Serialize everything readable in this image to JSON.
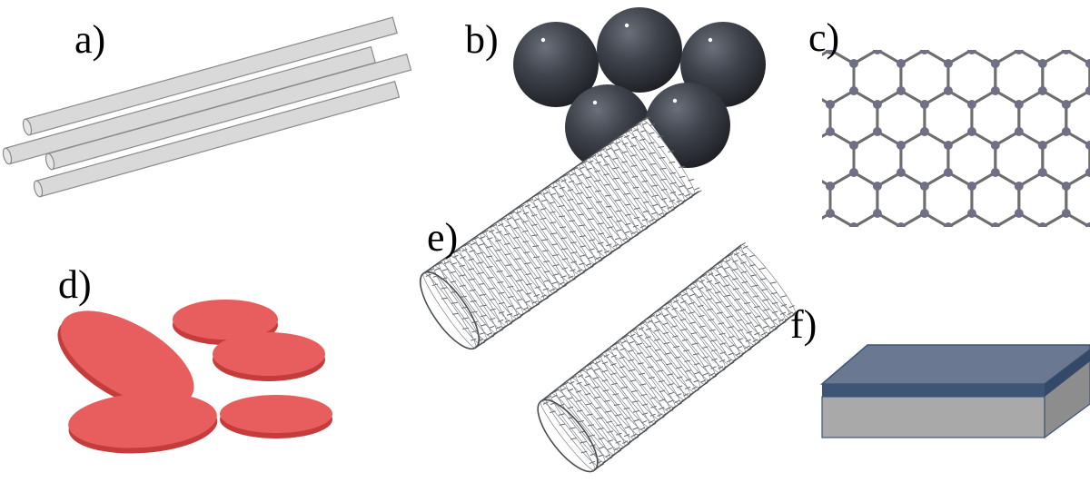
{
  "panels": [
    {
      "id": "a",
      "label": "a)",
      "depicts": "rods"
    },
    {
      "id": "b",
      "label": "b)",
      "depicts": "spheres"
    },
    {
      "id": "c",
      "label": "c)",
      "depicts": "hexagonal-lattice"
    },
    {
      "id": "d",
      "label": "d)",
      "depicts": "platelets"
    },
    {
      "id": "e",
      "label": "e)",
      "depicts": "nanotubes"
    },
    {
      "id": "f",
      "label": "f)",
      "depicts": "coated-slab"
    }
  ],
  "colors": {
    "rod_fill": "#d9d9d9",
    "rod_stroke": "#8a8a8a",
    "sphere_mid": "#3f434c",
    "sphere_dark": "#23262c",
    "lattice_bond": "#6e6e6e",
    "lattice_atom": "#6f6f86",
    "platelet_top": "#e85e5e",
    "platelet_side": "#c43c3c",
    "tube_stroke": "#5e6266",
    "slab_top": "#6a7892",
    "slab_band": "#3f5576",
    "slab_body": "#a9a9a9",
    "slab_side": "#8d8d8d"
  }
}
